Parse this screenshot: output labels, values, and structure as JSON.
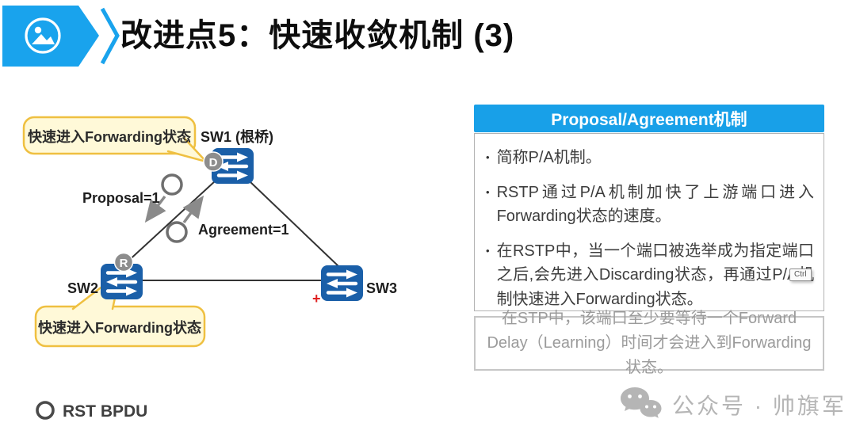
{
  "header": {
    "title": "改进点5：快速收敛机制 (3)",
    "icon": "picture-icon"
  },
  "diagram": {
    "callout_top": "快速进入Forwarding状态",
    "callout_bottom": "快速进入Forwarding状态",
    "sw1": "SW1 (根桥)",
    "sw2": "SW2",
    "sw3": "SW3",
    "badge_designated": "D",
    "badge_root": "R",
    "proposal": "Proposal=1",
    "agreement": "Agreement=1",
    "cursor_plus": "+",
    "legend": "RST BPDU"
  },
  "panel": {
    "title": "Proposal/Agreement机制",
    "bullets": [
      "简称P/A机制。",
      "RSTP通过P/A机制加快了上游端口进入Forwarding状态的速度。",
      "在RSTP中，当一个端口被选举成为指定端口之后,会先进入Discarding状态，再通过P/A机制快速进入Forwarding状态。"
    ],
    "note": "在STP中，该端口至少要等待一个Forward Delay（Learning）时间才会进入到Forwarding状态。",
    "ctrl_popup": "Ctrl"
  },
  "footer": {
    "watermark": "公众号 · 帅旗军"
  },
  "colors": {
    "accent_blue": "#18A0E8",
    "banner_blue": "#19A3ED",
    "switch_blue": "#1A5FA8",
    "callout_fill": "#FFF9D8",
    "callout_border": "#EFC041",
    "note_text": "#9B9B9B",
    "watermark_gray": "#B5B5B5",
    "cursor_red": "#E02020"
  }
}
